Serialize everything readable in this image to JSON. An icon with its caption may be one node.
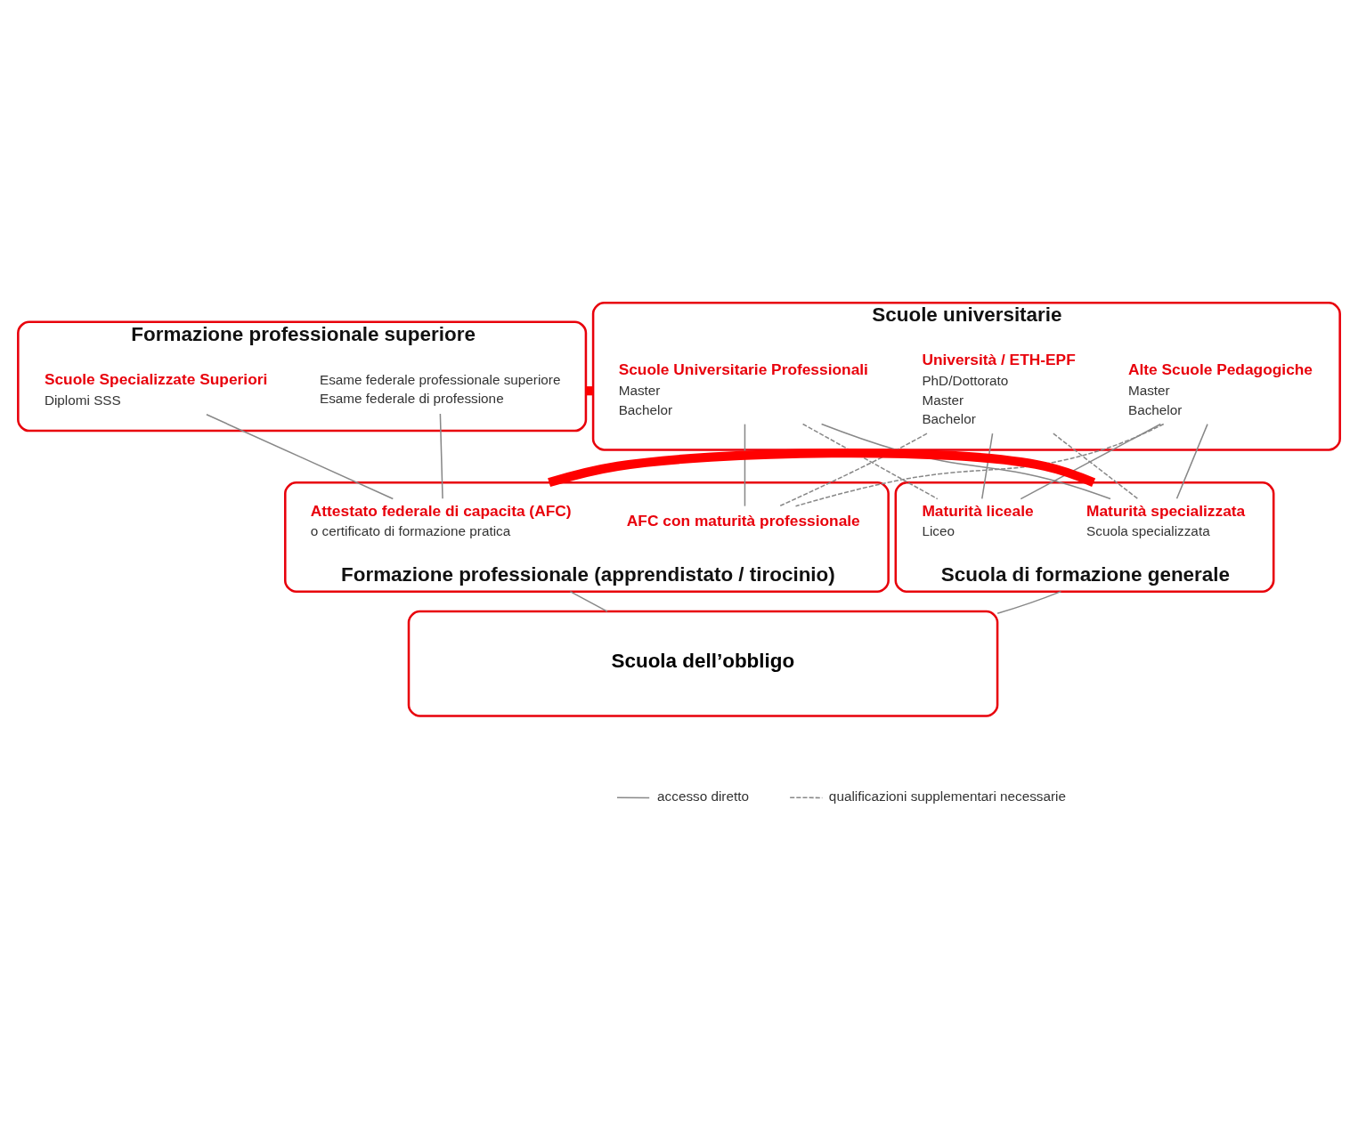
{
  "diagram": {
    "nodes": [
      {
        "text": [
          "Formazione professionale superiore"
        ]
      },
      {
        "text": [
          "Esame federale professionale superiore",
          "Esame federale di professione"
        ],
        "in": 0
      },
      {
        "text": [
          "Scuole Specializzate Superiori",
          "Diplomi SSS"
        ],
        "in": 0
      },
      {
        "text": [
          "Scuole universitarie"
        ]
      },
      {
        "text": [
          "Scuole Universitarie Professionali",
          "Master",
          "Bachelor"
        ],
        "in": 3
      },
      {
        "text": [
          "Alte Scuole Pedagogiche",
          "Master",
          "Bachelor"
        ],
        "in": 3
      },
      {
        "text": [
          "Università / ETH-EPF",
          "PhD/Dottorato",
          "Master",
          "Bachelor"
        ],
        "in": 3
      },
      {
        "text": [
          "Formazione professionale (apprendistato / tirocinio)"
        ]
      },
      {
        "text": [
          "Attestato federale di capacita (AFC)",
          "o certificato di formazione pratica"
        ],
        "in": 7
      },
      {
        "text": [
          "AFC con maturità professionale"
        ],
        "in": 7
      },
      {
        "text": [
          "Scuola di formazione generale"
        ]
      },
      {
        "text": [
          "Maturità specializzata",
          "Scuola specializzata"
        ],
        "in": 10
      },
      {
        "text": [
          "Maturità liceale",
          "Liceo"
        ],
        "in": 10
      },
      {
        "text": [
          "Scuola dell’obbligo"
        ]
      }
    ],
    "edges": [
      {
        "from": 8,
        "to": 1,
        "arrow": "none"
      },
      {
        "from": 8,
        "to": 2,
        "arrow": "none"
      },
      {
        "from": 9,
        "to": 4,
        "arrow": "none"
      },
      {
        "from": 11,
        "to": 4,
        "arrow": "none"
      },
      {
        "from": 12,
        "to": 4,
        "arrow": "none",
        "style": "dashed"
      },
      {
        "from": 11,
        "to": 5,
        "arrow": "none"
      },
      {
        "from": 9,
        "to": 5,
        "arrow": "none",
        "style": "dashed"
      },
      {
        "from": 12,
        "to": 5,
        "arrow": "none"
      },
      {
        "from": 12,
        "to": 6,
        "arrow": "none"
      },
      {
        "from": 11,
        "to": 6,
        "arrow": "none",
        "style": "dashed"
      },
      {
        "from": 9,
        "to": 6,
        "arrow": "none",
        "style": "dashed"
      },
      {
        "from": 0,
        "to": 3,
        "arrow": "none",
        "style": "thick",
        "color": "#ff0000"
      },
      {
        "from": 7,
        "to": 10,
        "arrow": "none",
        "style": "thick",
        "color": "#ff0000"
      },
      {
        "from": 13,
        "to": 7,
        "arrow": "none"
      },
      {
        "from": 13,
        "to": 10,
        "arrow": "none"
      }
    ],
    "legend": [
      {
        "text": "accesso diretto"
      },
      {
        "text": "qualificazioni supplementari necessarie"
      }
    ]
  }
}
